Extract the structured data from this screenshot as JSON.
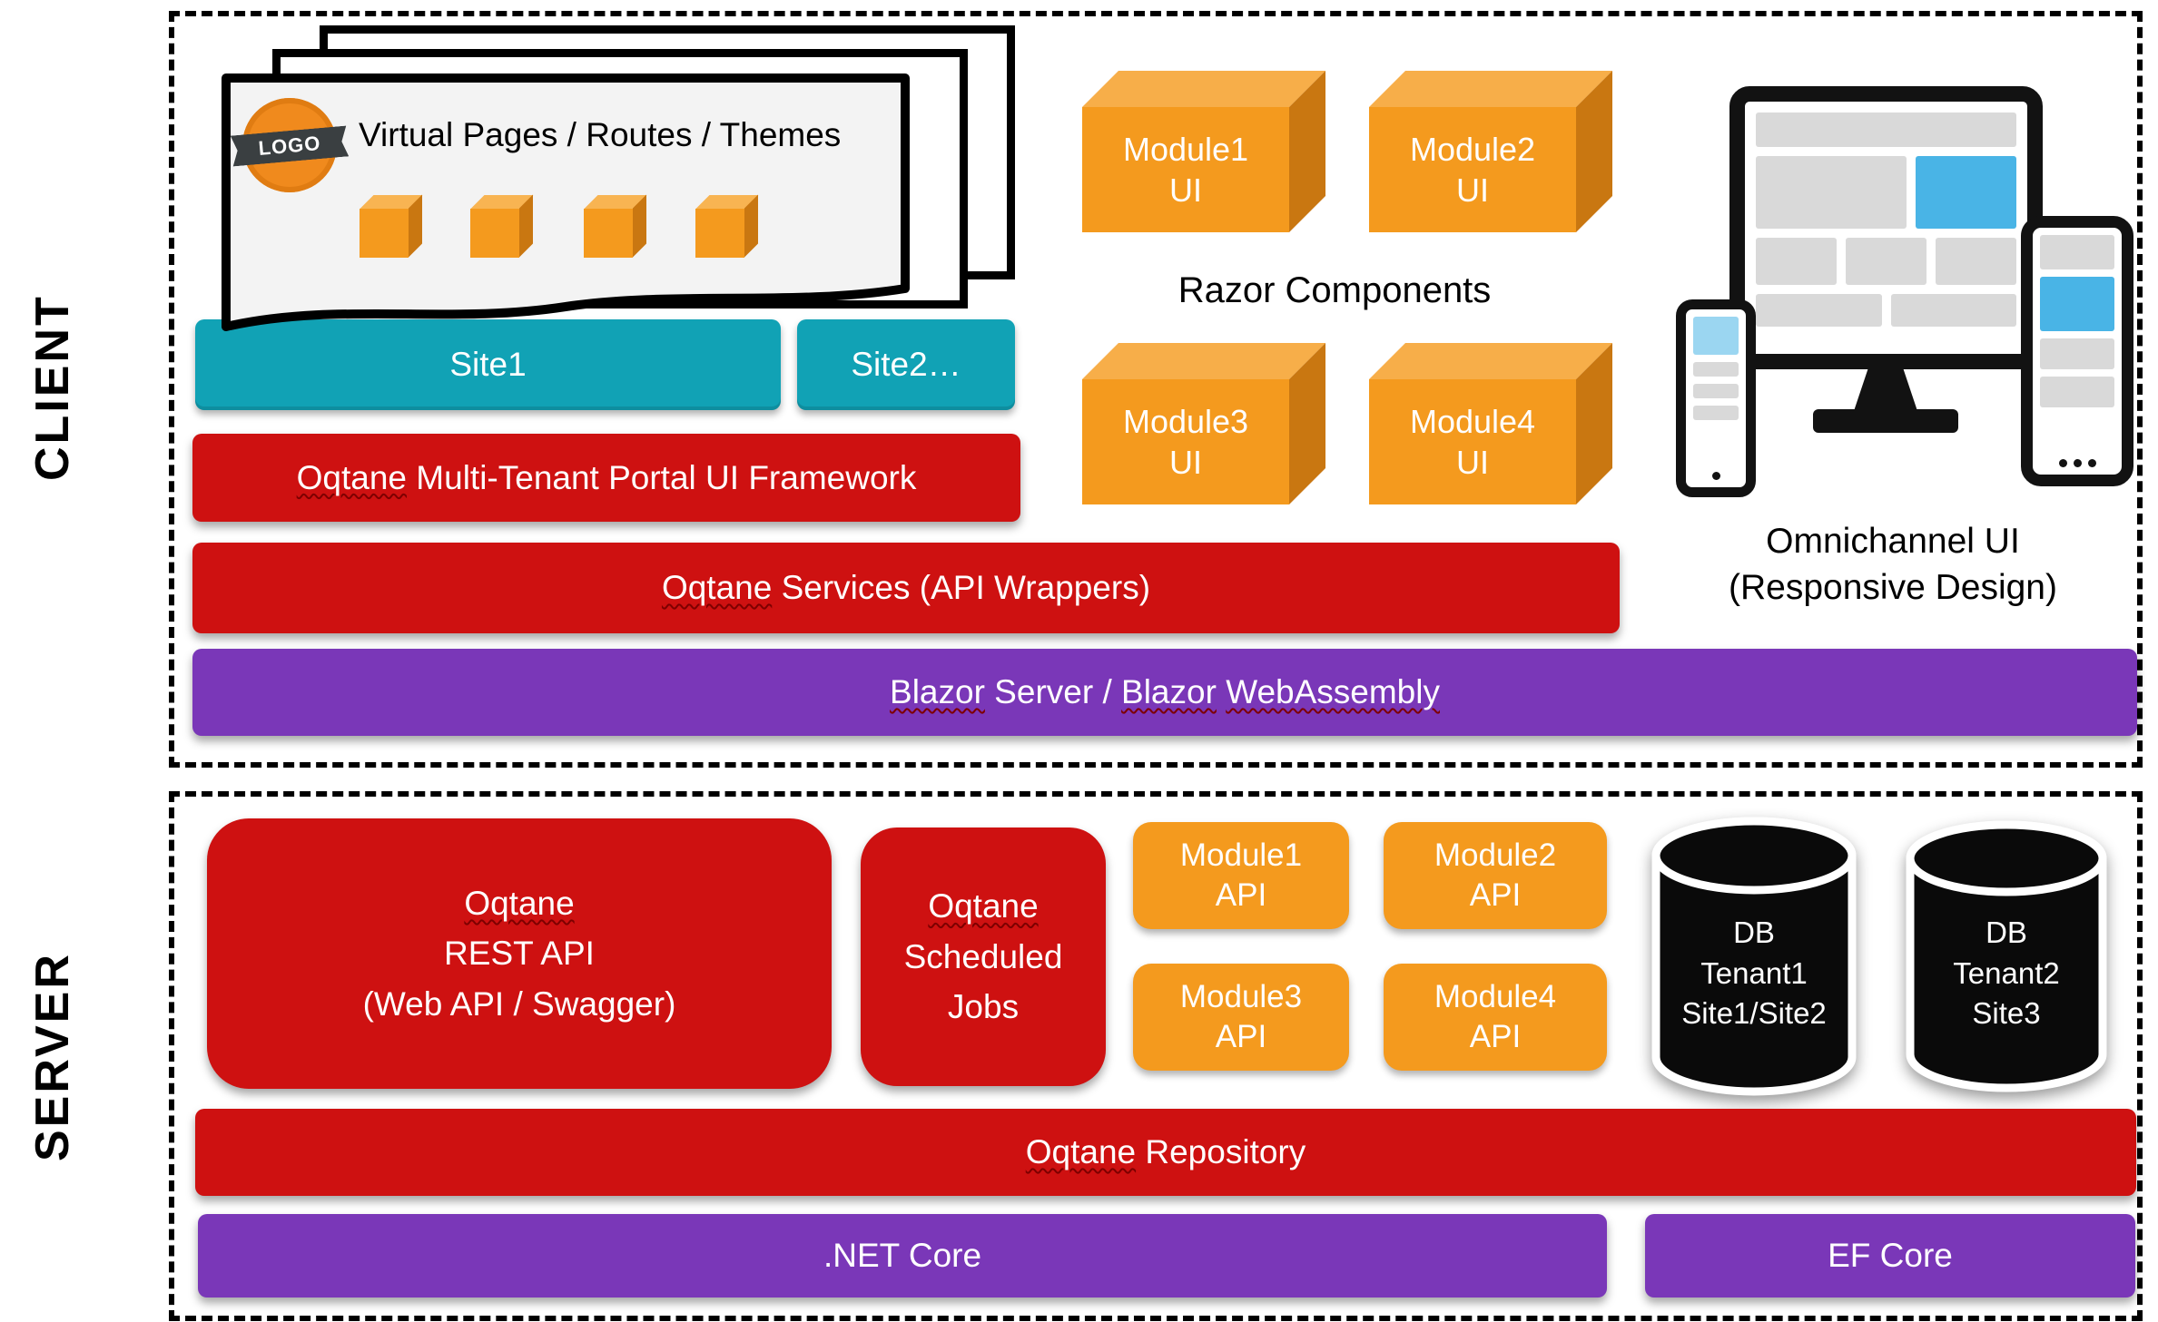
{
  "colors": {
    "red": "#ce1111",
    "purple": "#7a37b8",
    "teal": "#11a2b5",
    "orange": "#f49a1e",
    "black": "#121212",
    "screen_blue": "#49b4e6",
    "screen_gray": "#d9d9d9"
  },
  "client": {
    "label": "CLIENT",
    "pages": {
      "logo": "LOGO",
      "title": "Virtual Pages / Routes / Themes"
    },
    "sites": [
      {
        "label": "Site1"
      },
      {
        "label": "Site2…"
      }
    ],
    "portal_bar": {
      "word": "Oqtane",
      "rest": " Multi-Tenant Portal UI Framework"
    },
    "services_bar": {
      "word": "Oqtane",
      "rest": " Services (API Wrappers)"
    },
    "blazor_bar": {
      "p1": "Blazor",
      "p2": " Server / ",
      "p3": "Blazor",
      "p4": " ",
      "p5": "WebAssembly"
    },
    "razor_label": "Razor Components",
    "modules_ui": [
      {
        "name": "Module1",
        "sub": "UI"
      },
      {
        "name": "Module2",
        "sub": "UI"
      },
      {
        "name": "Module3",
        "sub": "UI"
      },
      {
        "name": "Module4",
        "sub": "UI"
      }
    ],
    "omnichannel": {
      "line1": "Omnichannel UI",
      "line2": "(Responsive Design)"
    }
  },
  "server": {
    "label": "SERVER",
    "rest_api": {
      "word": "Oqtane",
      "line2": "REST API",
      "line3": "(Web API / Swagger)"
    },
    "scheduled": {
      "word": "Oqtane",
      "line2": "Scheduled",
      "line3": "Jobs"
    },
    "modules_api": [
      {
        "name": "Module1",
        "sub": "API"
      },
      {
        "name": "Module2",
        "sub": "API"
      },
      {
        "name": "Module3",
        "sub": "API"
      },
      {
        "name": "Module4",
        "sub": "API"
      }
    ],
    "databases": [
      {
        "line1": "DB",
        "line2": "Tenant1",
        "line3": "Site1/Site2"
      },
      {
        "line1": "DB",
        "line2": "Tenant2",
        "line3": "Site3"
      }
    ],
    "repository_bar": {
      "word": "Oqtane",
      "rest": " Repository"
    },
    "dotnet_bar": ".NET Core",
    "ef_bar": "EF Core"
  }
}
